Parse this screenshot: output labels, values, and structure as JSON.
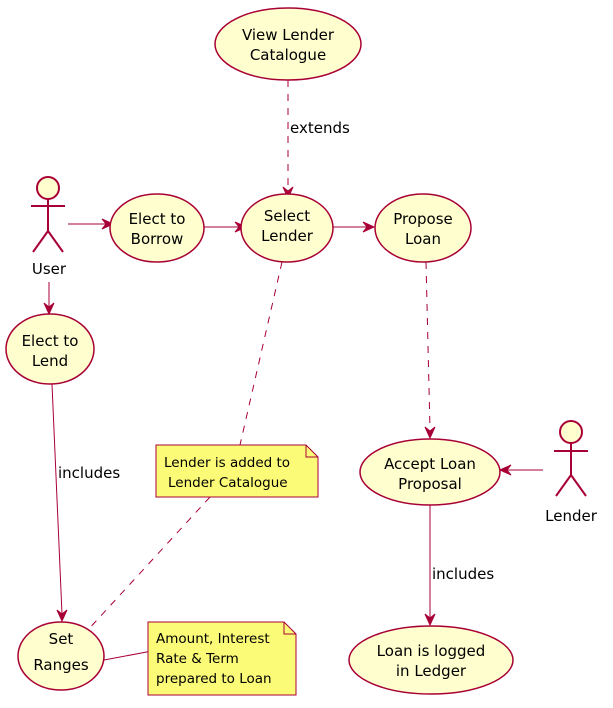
{
  "actors": {
    "user": "User",
    "lender": "Lender"
  },
  "usecases": {
    "view_catalogue": [
      "View Lender",
      "Catalogue"
    ],
    "elect_borrow": [
      "Elect to",
      "Borrow"
    ],
    "select_lender": [
      "Select",
      "Lender"
    ],
    "propose_loan": [
      "Propose",
      "Loan"
    ],
    "elect_lend": [
      "Elect to",
      "Lend"
    ],
    "accept_loan": [
      "Accept Loan",
      "Proposal"
    ],
    "set_ranges": [
      "Set",
      "Ranges"
    ],
    "loan_logged": [
      "Loan is logged",
      "in Ledger"
    ]
  },
  "notes": {
    "catalogue_note": [
      "Lender is added to",
      "Lender Catalogue"
    ],
    "ranges_note": [
      "Amount, Interest",
      "Rate & Term",
      "prepared to Loan"
    ]
  },
  "edge_labels": {
    "extends": "extends",
    "includes_lend": "includes",
    "includes_accept": "includes"
  },
  "colors": {
    "usecase_fill": "#FEFECE",
    "note_fill": "#FBFB77",
    "line": "#A80036"
  }
}
